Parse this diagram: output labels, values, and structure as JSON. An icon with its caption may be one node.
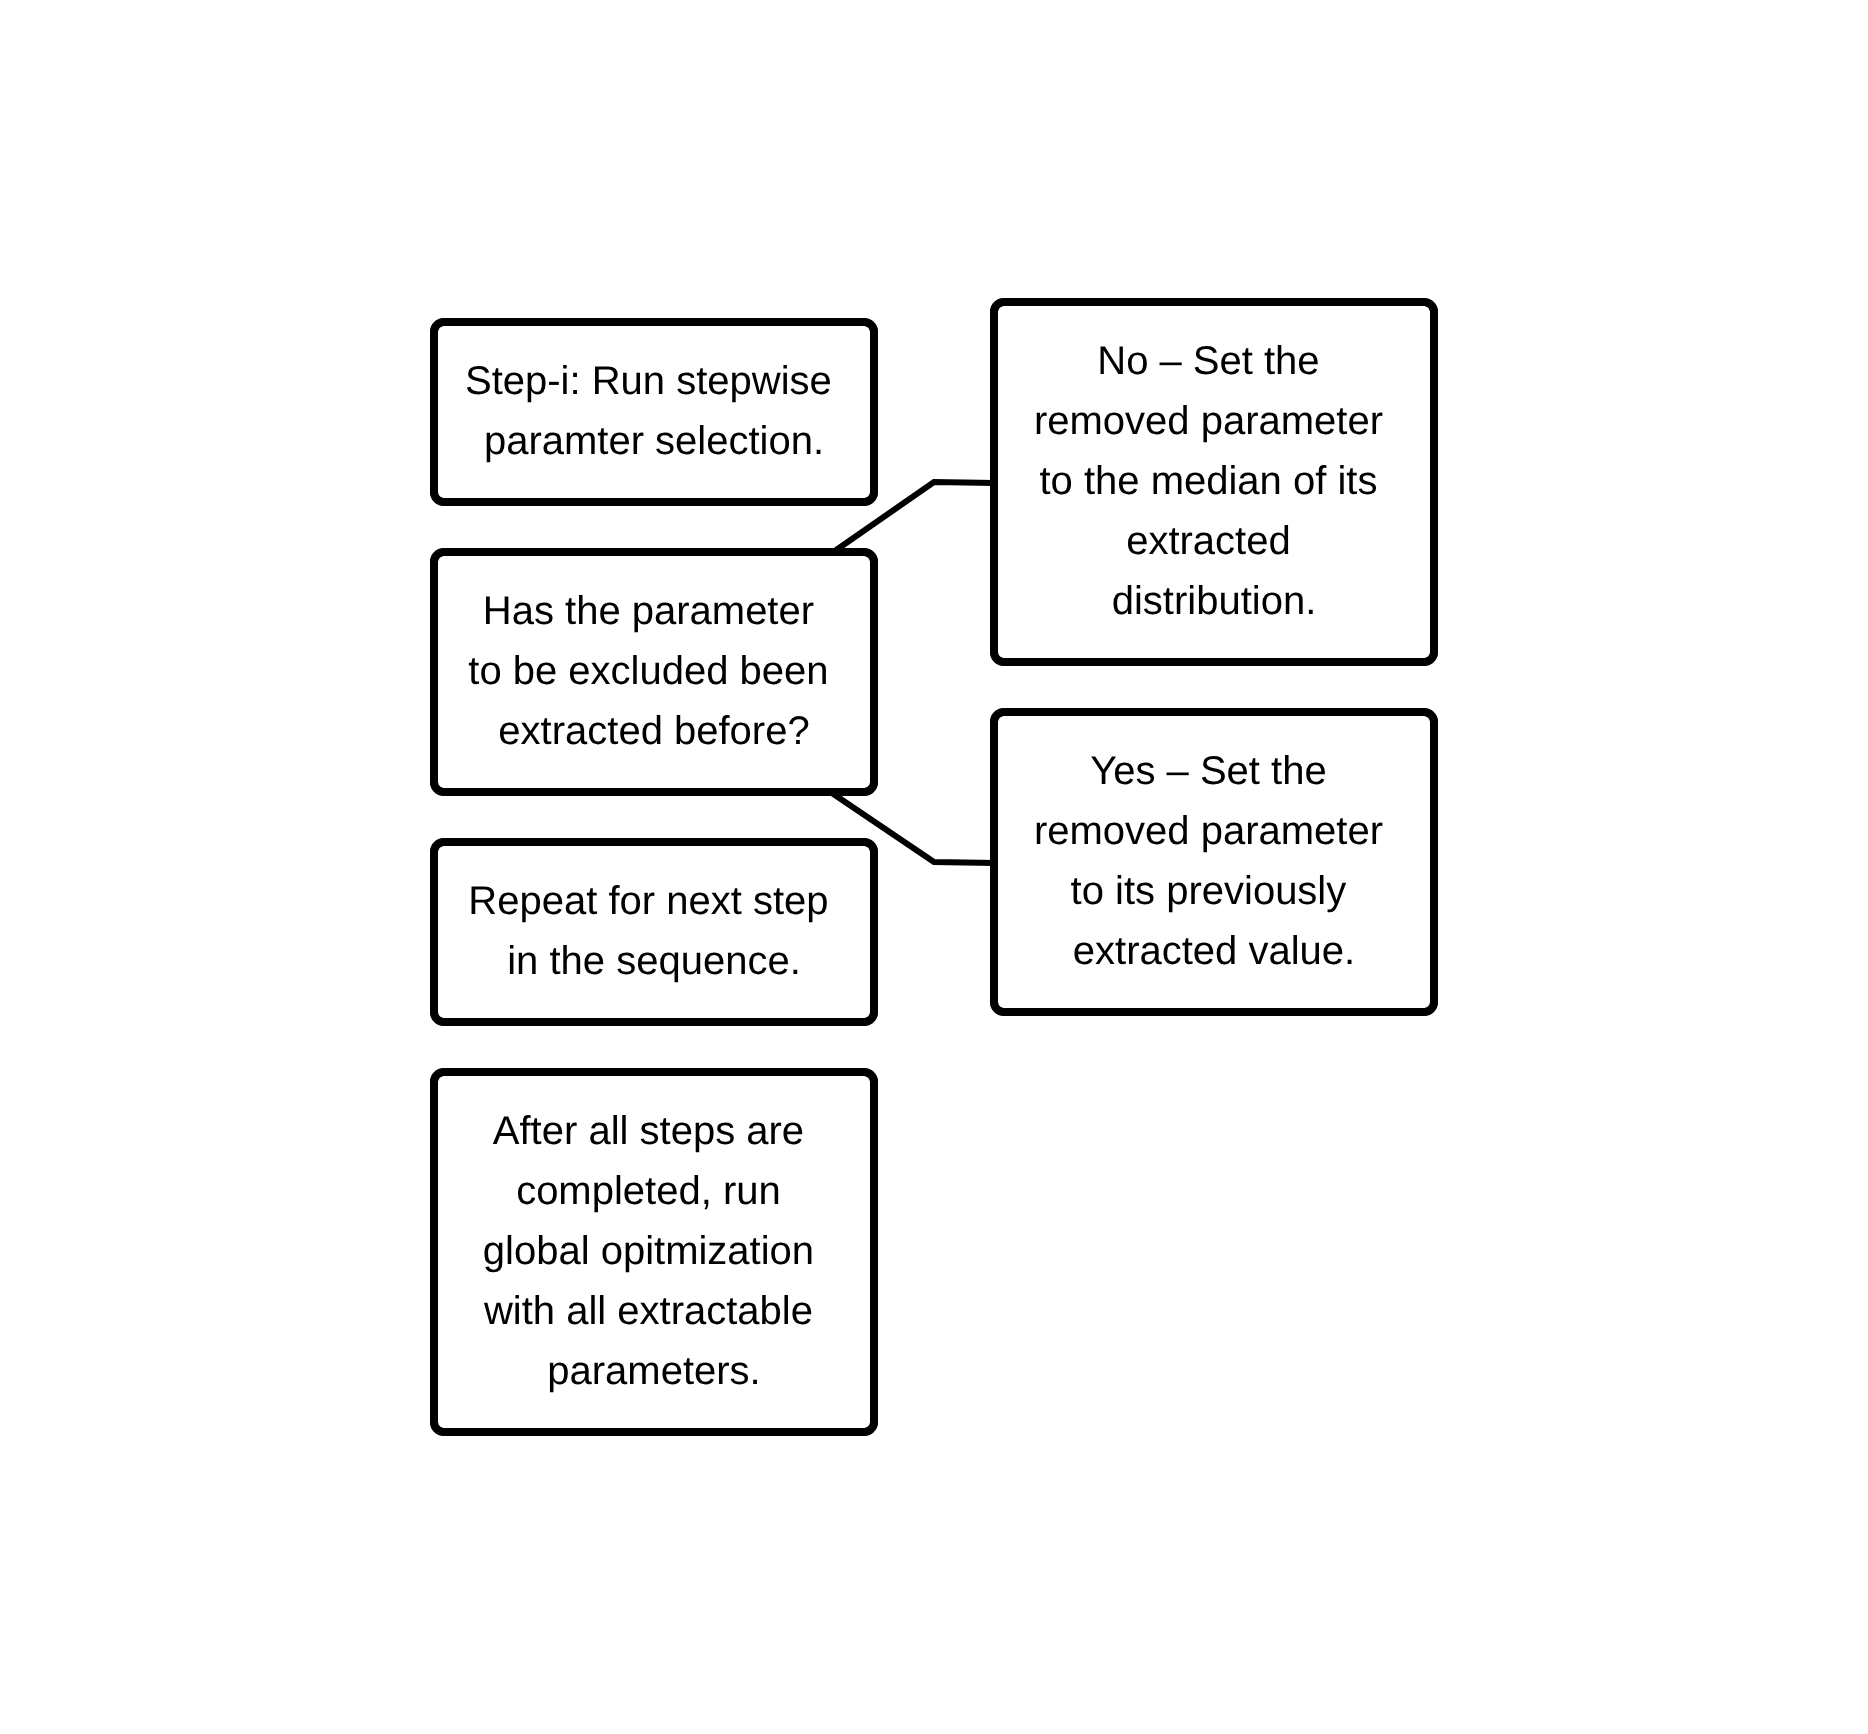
{
  "diagram": {
    "nodes": [
      {
        "text": [
          "Step-i: Run stepwise paramter selection."
        ]
      },
      {
        "text": [
          "Has the parameter to be excluded been extracted before?"
        ]
      },
      {
        "text": [
          "Repeat for next step in the sequence."
        ]
      },
      {
        "text": [
          "After all steps are completed, run global opitmization with all extractable parameters."
        ]
      },
      {
        "text": [
          "No – Set the removed parameter to the median of its extracted distribution."
        ]
      },
      {
        "text": [
          "Yes – Set the removed parameter to its previously extracted value."
        ]
      }
    ],
    "edges": [
      {
        "from": 1,
        "to": 4,
        "arrow": "none"
      },
      {
        "from": 1,
        "to": 5,
        "arrow": "none"
      }
    ]
  }
}
